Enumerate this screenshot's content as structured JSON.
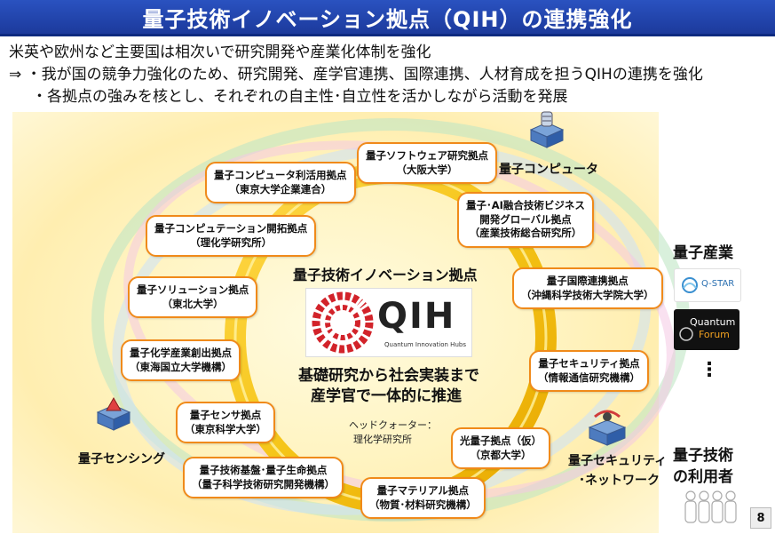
{
  "header": {
    "title": "量子技術イノベーション拠点（QIH）の連携強化"
  },
  "intro": {
    "line1": "米英や欧州など主要国は相次いで研究開発や産業化体制を強化",
    "line2": "⇒ ・我が国の競争力強化のため、研究開発、産学官連携、国際連携、人材育成を担うQIHの連携を強化",
    "line3": "・各拠点の強みを核とし、それぞれの自主性･自立性を活かしながら活動を発展"
  },
  "center": {
    "title": "量子技術イノベーション拠点",
    "logo_text": "QIH",
    "logo_sub": "Quantum Innovation Hubs",
    "message_line1": "基礎研究から社会実装まで",
    "message_line2": "産学官で一体的に推進",
    "hq_line1": "ヘッドクォーター：",
    "hq_line2": "理化学研究所"
  },
  "hubs": [
    {
      "name": "量子ソフトウェア研究拠点",
      "org": "（大阪大学）"
    },
    {
      "name": "量子コンピュータ利活用拠点",
      "org": "（東京大学企業連合）"
    },
    {
      "name": "量子･AI融合技術ビジネス",
      "name2": "開発グローバル拠点",
      "org": "（産業技術総合研究所）"
    },
    {
      "name": "量子コンピュテーション開拓拠点",
      "org": "（理化学研究所）"
    },
    {
      "name": "量子国際連携拠点",
      "org": "（沖縄科学技術大学院大学）"
    },
    {
      "name": "量子ソリューション拠点",
      "org": "（東北大学）"
    },
    {
      "name": "量子化学産業創出拠点",
      "org": "（東海国立大学機構）"
    },
    {
      "name": "量子セキュリティ拠点",
      "org": "（情報通信研究機構）"
    },
    {
      "name": "量子センサ拠点",
      "org": "（東京科学大学）"
    },
    {
      "name": "光量子拠点（仮）",
      "org": "（京都大学）"
    },
    {
      "name": "量子技術基盤･量子生命拠点",
      "org": "（量子科学技術研究開発機構）"
    },
    {
      "name": "量子マテリアル拠点",
      "org": "（物質･材料研究機構）"
    }
  ],
  "fields": {
    "computer": "量子コンピュータ",
    "sensing": "量子センシング",
    "security_line1": "量子セキュリティ",
    "security_line2": "･ネットワーク"
  },
  "side": {
    "industry": "量子産業",
    "logo1_text": "Q-STAR",
    "logo2_line1": "Quantum",
    "logo2_line2": "Forum",
    "ellipsis": "⋮",
    "users_line1": "量子技術",
    "users_line2": "の利用者"
  },
  "page_number": "8",
  "colors": {
    "title_bar": "#1c3a9c",
    "hub_border": "#f08a1a",
    "ring": "#f5c518",
    "logo_red": "#d2232a"
  },
  "icons": [
    "quantum-computer-icon",
    "quantum-sensor-icon",
    "security-network-icon",
    "users-icon",
    "qstar-logo",
    "quantum-forum-logo"
  ]
}
